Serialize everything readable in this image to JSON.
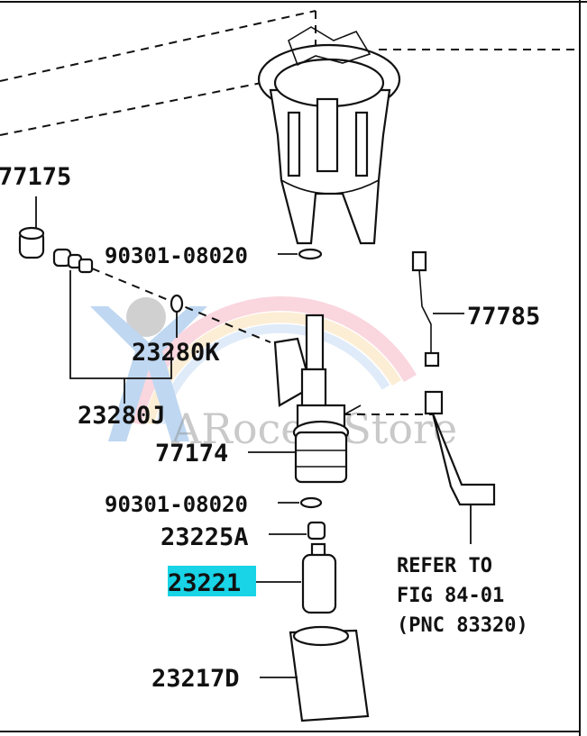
{
  "diagram": {
    "labels": {
      "p77175": "77175",
      "p90301_top": "90301-08020",
      "p77785": "77785",
      "p23280K": "23280K",
      "p23280J": "23280J",
      "p77174": "77174",
      "p90301_bottom": "90301-08020",
      "p23225A": "23225A",
      "p23221": "23221",
      "p23217D": "23217D"
    },
    "refer_note": {
      "line1": "REFER TO",
      "line2": "FIG 84-01",
      "line3": "(PNC 83320)"
    },
    "watermark": "ARocee Store",
    "highlight_color": "#19d3e6"
  }
}
